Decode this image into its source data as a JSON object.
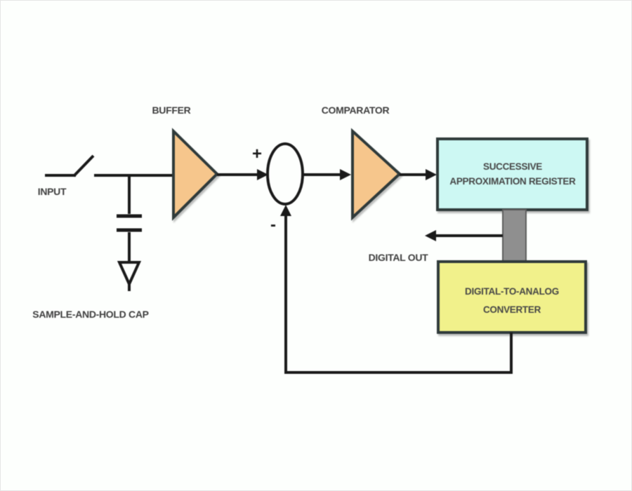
{
  "diagram": {
    "labels": {
      "input": "INPUT",
      "buffer": "BUFFER",
      "comparator": "COMPARATOR",
      "sample_hold_cap": "SAMPLE-AND-HOLD CAP",
      "digital_out": "DIGITAL OUT",
      "plus": "+",
      "minus": "-"
    },
    "blocks": {
      "sar": {
        "line1": "SUCCESSIVE",
        "line2": "APPROXIMATION REGISTER"
      },
      "dac": {
        "line1": "DIGITAL-TO-ANALOG",
        "line2": "CONVERTER"
      }
    },
    "colors": {
      "background": "#FDFFFD",
      "wire": "#1A1A1A",
      "amplifier_fill": "#F6C68C",
      "sar_fill": "#CDF8F3",
      "dac_fill": "#F1F18B",
      "connector_fill": "#8F8F8F",
      "connector_stroke": "#5E5E5E",
      "text": "#3F3F3F"
    }
  }
}
